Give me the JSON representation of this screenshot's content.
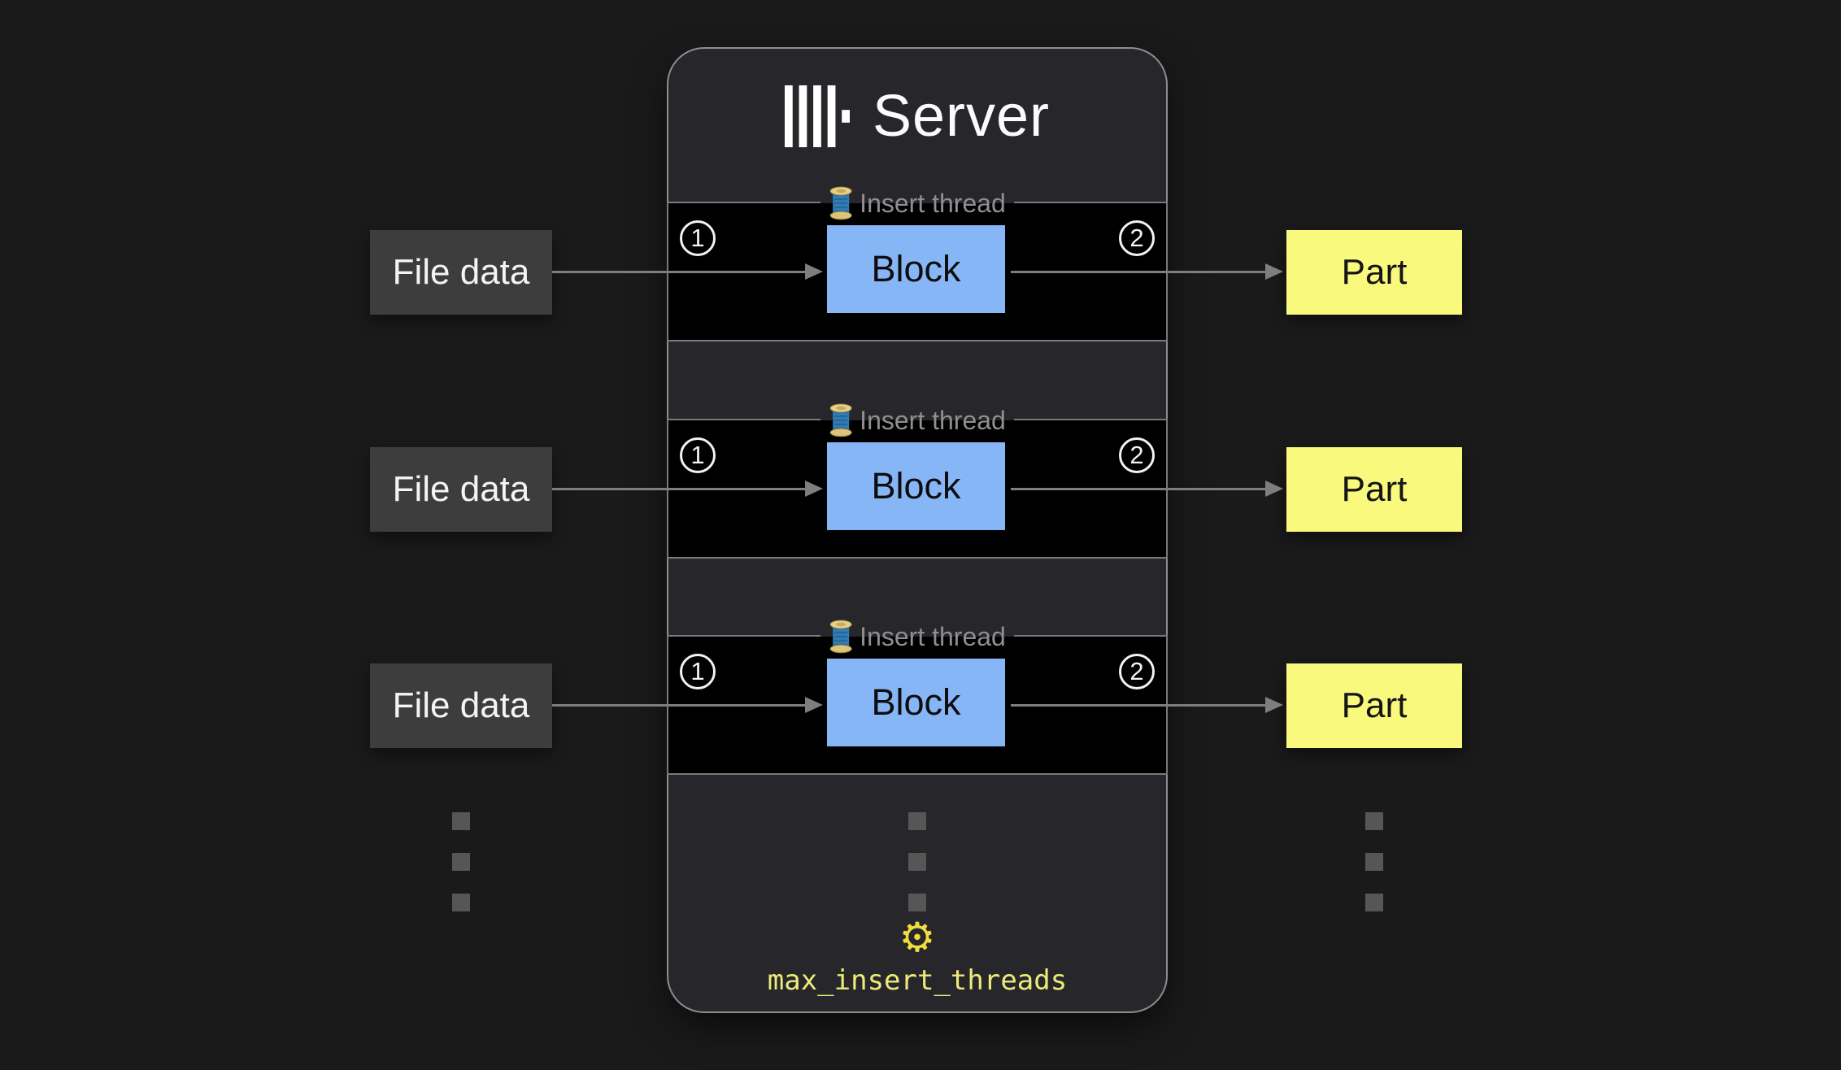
{
  "server": {
    "title": "Server"
  },
  "threads": {
    "label": "Insert thread"
  },
  "rows": [
    {
      "source": "File data",
      "step_in": "1",
      "stage": "Block",
      "step_out": "2",
      "result": "Part"
    },
    {
      "source": "File data",
      "step_in": "1",
      "stage": "Block",
      "step_out": "2",
      "result": "Part"
    },
    {
      "source": "File data",
      "step_in": "1",
      "stage": "Block",
      "step_out": "2",
      "result": "Part"
    }
  ],
  "setting": {
    "name": "max_insert_threads"
  },
  "icons": {
    "logo": "clickhouse-logo",
    "thread": "thread-spool",
    "gear": "gear",
    "gear_glyph": "⚙"
  },
  "ellipsis": {
    "columns": 3,
    "dots_per_column": 3
  },
  "colors": {
    "page_bg": "#1a1a1a",
    "server_bg": "#27272b",
    "server_border": "#8e8e92",
    "row_bg": "#000000",
    "row_border": "#7a7a7a",
    "legend_text": "#8f8f8f",
    "block_bg": "#87b6f7",
    "block_text": "#0d0d0d",
    "file_bg": "#3d3d3d",
    "file_text": "#f4f4f4",
    "part_bg": "#f9f97d",
    "part_text": "#151515",
    "arrow": "#7e7e7e",
    "circle": "#f2f2f2",
    "dot": "#565656",
    "gear": "#f0dc3e",
    "setting_text": "#eeea7a",
    "title_text": "#fbfbfb"
  }
}
